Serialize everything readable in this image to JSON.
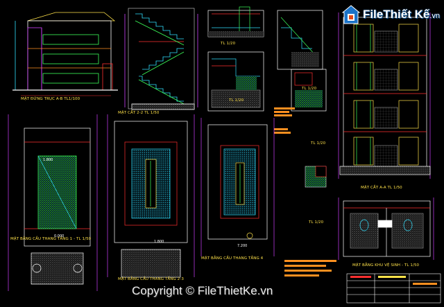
{
  "logo": {
    "brand": "File",
    "brand2": "Thiết Kế",
    "tld": ".vn"
  },
  "watermark": {
    "text": "Copyright © FileThietKe.vn"
  },
  "drawing": {
    "labels": {
      "elevation": "MẶT ĐỨNG TRỤC A-B TL1/100",
      "stair_section": "MẶT CẮT 2-2 TL 1/50",
      "section_aa": "MẶT CẮT A-A TL 1/50",
      "plan_stair_1": "MẶT BẰNG CẦU THANG TẦNG 1 - TL 1/50",
      "plan_stair_2": "MẶT BẰNG CẦU THANG TẦNG 2-3",
      "plan_stair_3": "MẶT BẰNG CẦU THANG TẦNG 4",
      "plan_wc": "MẶT BẰNG KHU VỆ SINH - TL 1/50",
      "detail_1": "TL 1/20",
      "detail_2": "TL 1/20",
      "detail_3": "TL 1/20",
      "detail_4": "TL 1/20",
      "detail_5": "TL 1/20"
    },
    "levels": {
      "lv1": "1.800",
      "lv2": "0.000",
      "lv3": "1.800",
      "lv4": "7.200"
    },
    "colors": {
      "background": "#000000",
      "line_white": "#ffffff",
      "line_red": "#ff3030",
      "line_cyan": "#30e0ff",
      "line_green": "#3cff5a",
      "line_yellow": "#ffe24a",
      "line_magenta": "#d040ff",
      "line_orange": "#ff9020"
    }
  }
}
